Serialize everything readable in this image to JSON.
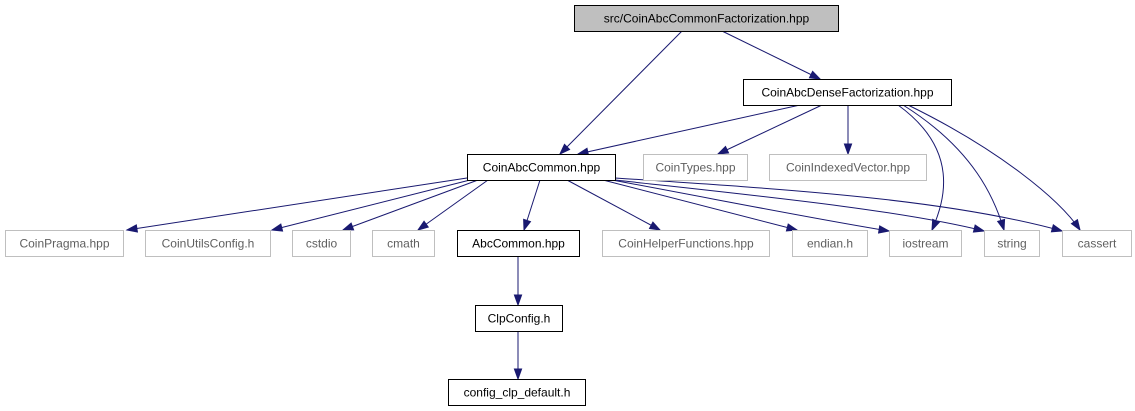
{
  "colors": {
    "edge": "#191970",
    "root_fill": "#bfbfbf",
    "border_black": "#000000",
    "border_grey": "#bfbfbf",
    "text_black": "#000000",
    "text_grey": "#5f5f5f"
  },
  "nodes": [
    {
      "id": "root",
      "label": "src/CoinAbcCommonFactorization.hpp",
      "kind": "root"
    },
    {
      "id": "dense",
      "label": "CoinAbcDenseFactorization.hpp",
      "kind": "documented"
    },
    {
      "id": "common",
      "label": "CoinAbcCommon.hpp",
      "kind": "documented"
    },
    {
      "id": "cointypes",
      "label": "CoinTypes.hpp",
      "kind": "external"
    },
    {
      "id": "indexedvector",
      "label": "CoinIndexedVector.hpp",
      "kind": "external"
    },
    {
      "id": "pragma",
      "label": "CoinPragma.hpp",
      "kind": "external"
    },
    {
      "id": "utilsconfig",
      "label": "CoinUtilsConfig.h",
      "kind": "external"
    },
    {
      "id": "cstdio",
      "label": "cstdio",
      "kind": "external"
    },
    {
      "id": "cmath",
      "label": "cmath",
      "kind": "external"
    },
    {
      "id": "abccommon",
      "label": "AbcCommon.hpp",
      "kind": "documented"
    },
    {
      "id": "helper",
      "label": "CoinHelperFunctions.hpp",
      "kind": "external"
    },
    {
      "id": "endian",
      "label": "endian.h",
      "kind": "external"
    },
    {
      "id": "iostream",
      "label": "iostream",
      "kind": "external"
    },
    {
      "id": "string",
      "label": "string",
      "kind": "external"
    },
    {
      "id": "cassert",
      "label": "cassert",
      "kind": "external"
    },
    {
      "id": "clpconfig",
      "label": "ClpConfig.h",
      "kind": "documented"
    },
    {
      "id": "configdefault",
      "label": "config_clp_default.h",
      "kind": "documented"
    }
  ],
  "edges": [
    {
      "from": "root",
      "to": "common"
    },
    {
      "from": "root",
      "to": "dense"
    },
    {
      "from": "dense",
      "to": "common"
    },
    {
      "from": "dense",
      "to": "cointypes"
    },
    {
      "from": "dense",
      "to": "indexedvector"
    },
    {
      "from": "dense",
      "to": "iostream"
    },
    {
      "from": "dense",
      "to": "string"
    },
    {
      "from": "dense",
      "to": "cassert"
    },
    {
      "from": "common",
      "to": "pragma"
    },
    {
      "from": "common",
      "to": "utilsconfig"
    },
    {
      "from": "common",
      "to": "cstdio"
    },
    {
      "from": "common",
      "to": "cmath"
    },
    {
      "from": "common",
      "to": "abccommon"
    },
    {
      "from": "common",
      "to": "helper"
    },
    {
      "from": "common",
      "to": "endian"
    },
    {
      "from": "common",
      "to": "iostream"
    },
    {
      "from": "common",
      "to": "string"
    },
    {
      "from": "common",
      "to": "cassert"
    },
    {
      "from": "abccommon",
      "to": "clpconfig"
    },
    {
      "from": "clpconfig",
      "to": "configdefault"
    }
  ]
}
